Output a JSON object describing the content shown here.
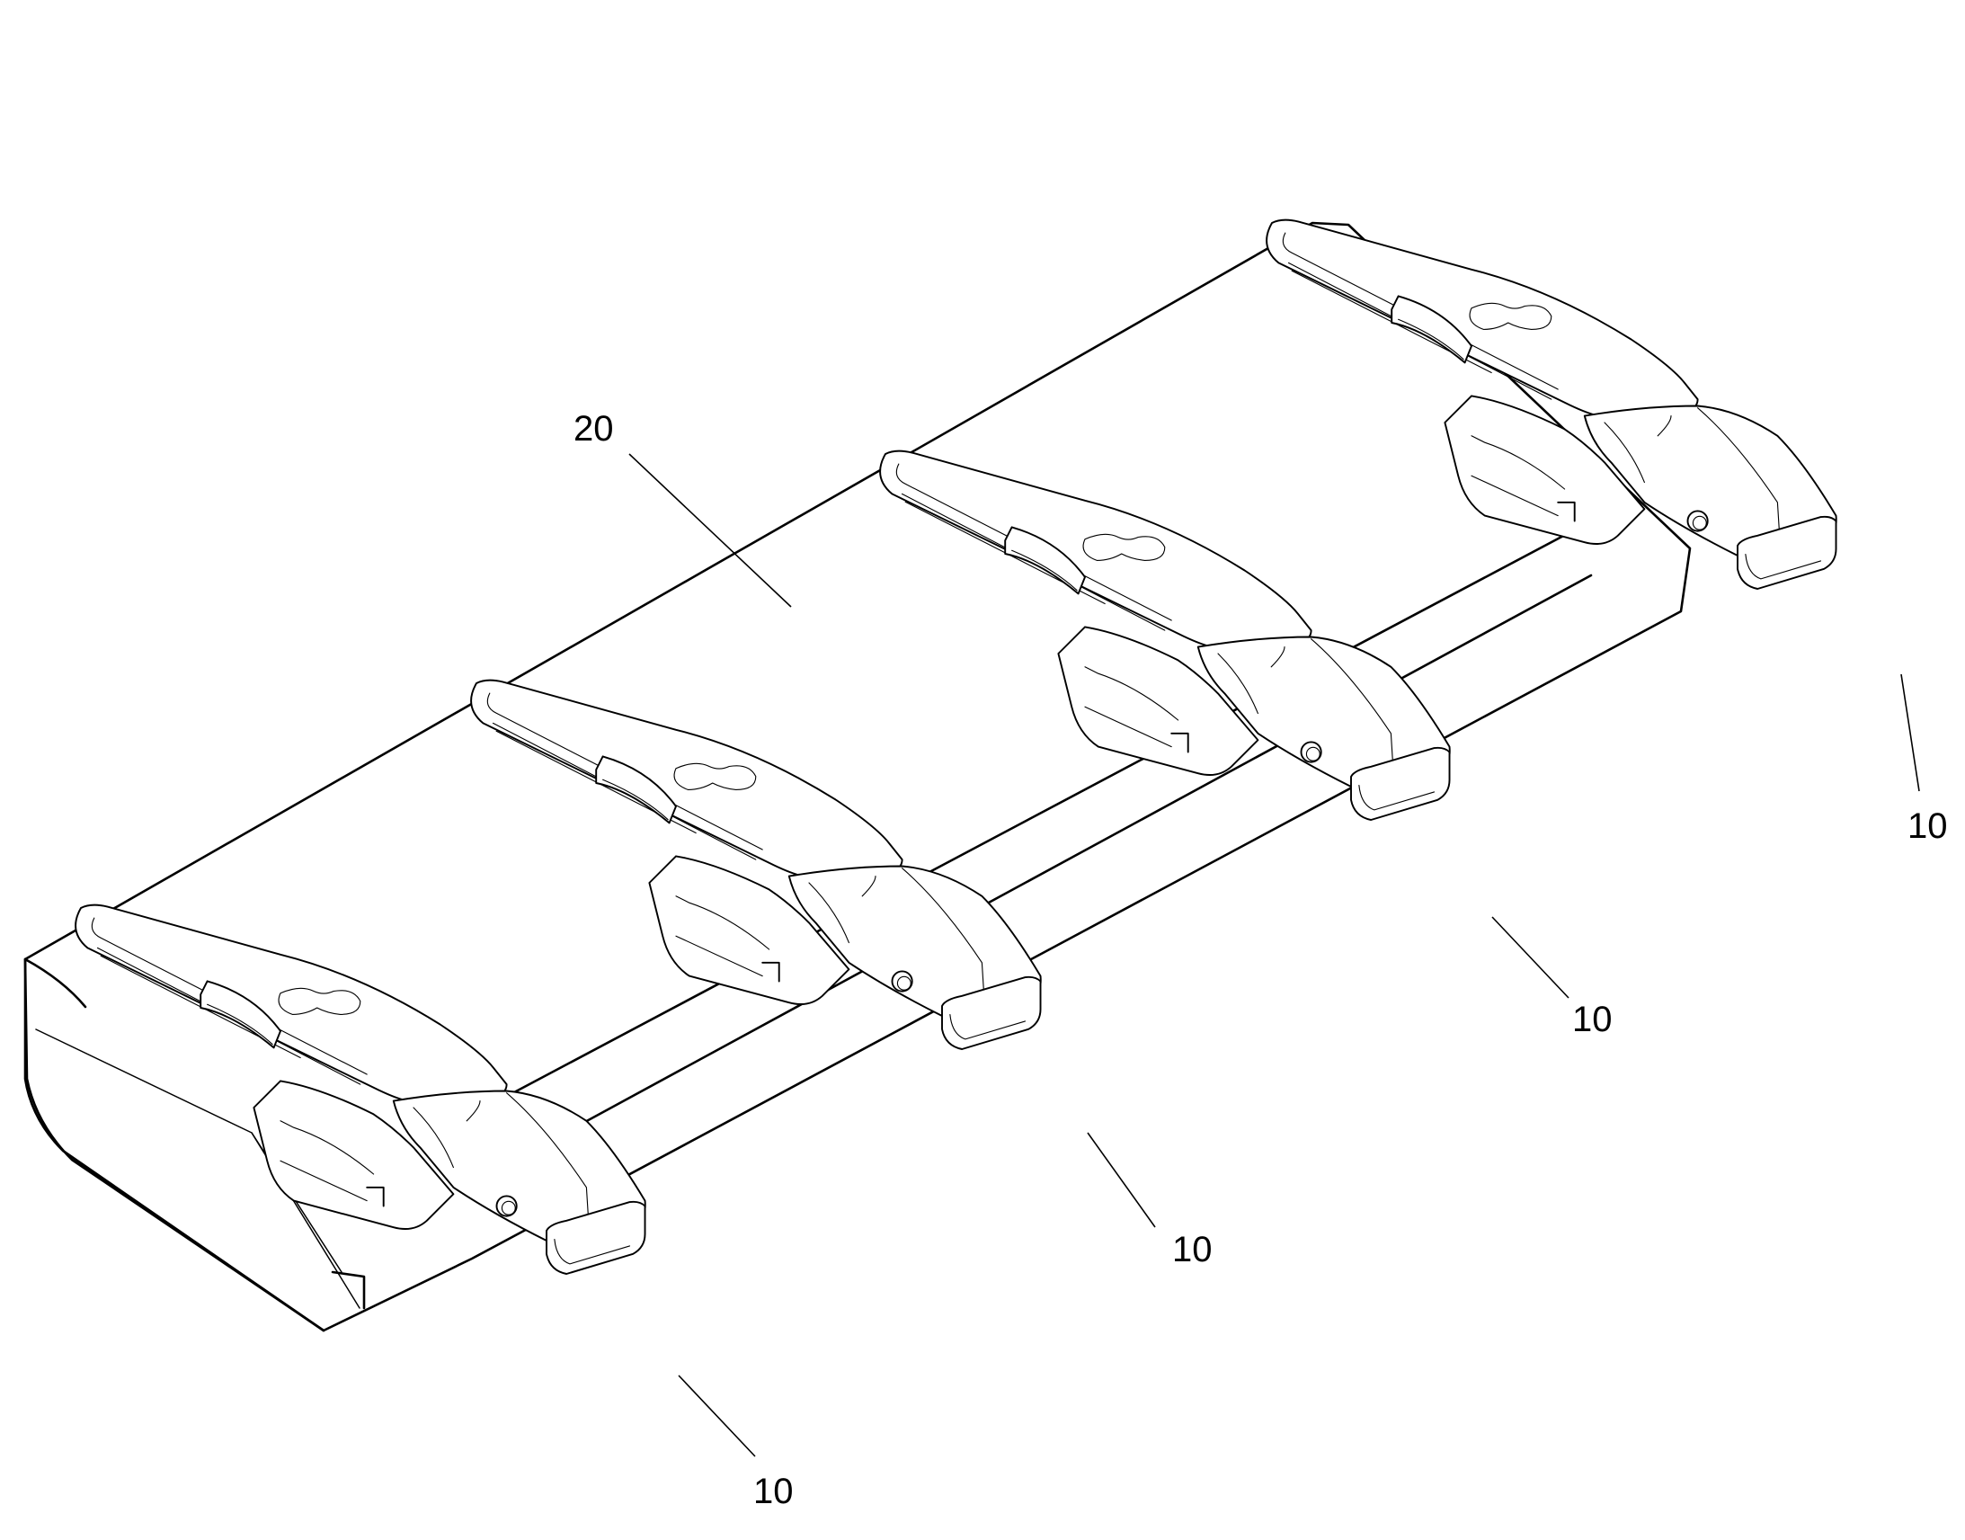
{
  "figure": {
    "reference_numerals": {
      "blade": "20",
      "tooth_1": "10",
      "tooth_2": "10",
      "tooth_3": "10",
      "tooth_4": "10"
    }
  }
}
